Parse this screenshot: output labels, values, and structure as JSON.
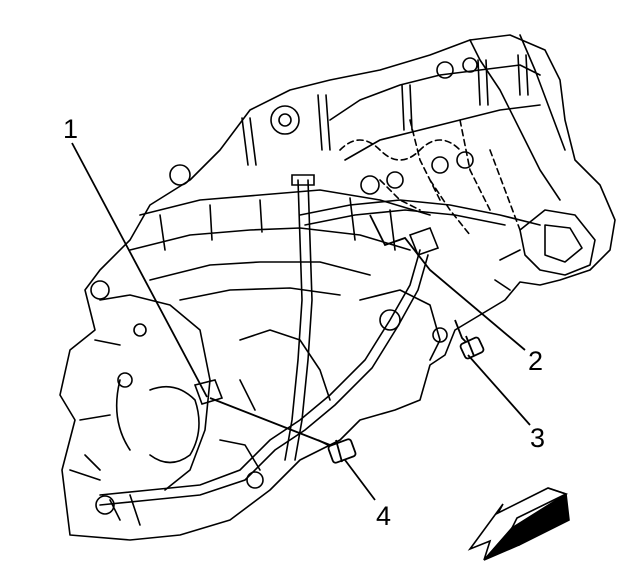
{
  "callouts": [
    {
      "id": "1",
      "text": "1"
    },
    {
      "id": "2",
      "text": "2"
    },
    {
      "id": "3",
      "text": "3"
    },
    {
      "id": "4",
      "text": "4"
    }
  ],
  "colors": {
    "ink": "#000000",
    "paper": "#ffffff"
  },
  "direction_arrow": {
    "icon": "front-direction-arrow-icon"
  }
}
